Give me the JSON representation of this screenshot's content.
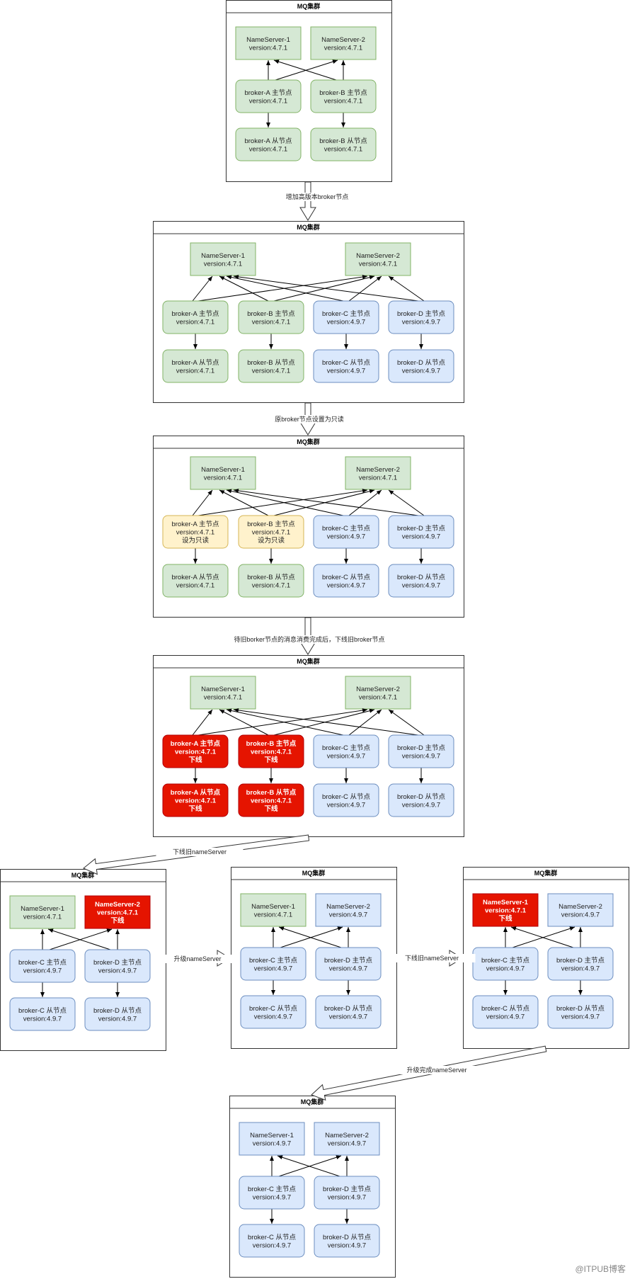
{
  "colors": {
    "green": {
      "fill": "#d5e8d4",
      "stroke": "#82b366",
      "text": "#222222"
    },
    "blue": {
      "fill": "#dae8fc",
      "stroke": "#6c8ebf",
      "text": "#222222"
    },
    "yellow": {
      "fill": "#fff2cc",
      "stroke": "#d6b656",
      "text": "#222222"
    },
    "red": {
      "fill": "#e51400",
      "stroke": "#b20000",
      "text": "#ffffff"
    }
  },
  "stages": [
    {
      "title": "MQ集群",
      "nameservers": [
        {
          "lines": [
            "NameServer-1",
            "version:4.7.1"
          ],
          "color": "green"
        },
        {
          "lines": [
            "NameServer-2",
            "version:4.7.1"
          ],
          "color": "green"
        }
      ],
      "brokers": [
        {
          "master": [
            "broker-A 主节点",
            "version:4.7.1"
          ],
          "slave": [
            "broker-A 从节点",
            "version:4.7.1"
          ],
          "mcolor": "green",
          "scolor": "green"
        },
        {
          "master": [
            "broker-B 主节点",
            "version:4.7.1"
          ],
          "slave": [
            "broker-B 从节点",
            "version:4.7.1"
          ],
          "mcolor": "green",
          "scolor": "green"
        }
      ]
    },
    {
      "title": "MQ集群",
      "nameservers": [
        {
          "lines": [
            "NameServer-1",
            "version:4.7.1"
          ],
          "color": "green"
        },
        {
          "lines": [
            "NameServer-2",
            "version:4.7.1"
          ],
          "color": "green"
        }
      ],
      "brokers": [
        {
          "master": [
            "broker-A 主节点",
            "version:4.7.1"
          ],
          "slave": [
            "broker-A 从节点",
            "version:4.7.1"
          ],
          "mcolor": "green",
          "scolor": "green"
        },
        {
          "master": [
            "broker-B 主节点",
            "version:4.7.1"
          ],
          "slave": [
            "broker-B 从节点",
            "version:4.7.1"
          ],
          "mcolor": "green",
          "scolor": "green"
        },
        {
          "master": [
            "broker-C 主节点",
            "version:4.9.7"
          ],
          "slave": [
            "broker-C 从节点",
            "version:4.9.7"
          ],
          "mcolor": "blue",
          "scolor": "blue"
        },
        {
          "master": [
            "broker-D 主节点",
            "version:4.9.7"
          ],
          "slave": [
            "broker-D 从节点",
            "version:4.9.7"
          ],
          "mcolor": "blue",
          "scolor": "blue"
        }
      ]
    },
    {
      "title": "MQ集群",
      "nameservers": [
        {
          "lines": [
            "NameServer-1",
            "version:4.7.1"
          ],
          "color": "green"
        },
        {
          "lines": [
            "NameServer-2",
            "version:4.7.1"
          ],
          "color": "green"
        }
      ],
      "brokers": [
        {
          "master": [
            "broker-A 主节点",
            "version:4.7.1",
            "设为只读"
          ],
          "slave": [
            "broker-A 从节点",
            "version:4.7.1"
          ],
          "mcolor": "yellow",
          "scolor": "green"
        },
        {
          "master": [
            "broker-B 主节点",
            "version:4.7.1",
            "设为只读"
          ],
          "slave": [
            "broker-B 从节点",
            "version:4.7.1"
          ],
          "mcolor": "yellow",
          "scolor": "green"
        },
        {
          "master": [
            "broker-C 主节点",
            "version:4.9.7"
          ],
          "slave": [
            "broker-C 从节点",
            "version:4.9.7"
          ],
          "mcolor": "blue",
          "scolor": "blue"
        },
        {
          "master": [
            "broker-D 主节点",
            "version:4.9.7"
          ],
          "slave": [
            "broker-D 从节点",
            "version:4.9.7"
          ],
          "mcolor": "blue",
          "scolor": "blue"
        }
      ]
    },
    {
      "title": "MQ集群",
      "nameservers": [
        {
          "lines": [
            "NameServer-1",
            "version:4.7.1"
          ],
          "color": "green"
        },
        {
          "lines": [
            "NameServer-2",
            "version:4.7.1"
          ],
          "color": "green"
        }
      ],
      "brokers": [
        {
          "master": [
            "broker-A 主节点",
            "version:4.7.1",
            "下线"
          ],
          "slave": [
            "broker-A 从节点",
            "version:4.7.1",
            "下线"
          ],
          "mcolor": "red",
          "scolor": "red"
        },
        {
          "master": [
            "broker-B 主节点",
            "version:4.7.1",
            "下线"
          ],
          "slave": [
            "broker-B 从节点",
            "version:4.7.1",
            "下线"
          ],
          "mcolor": "red",
          "scolor": "red"
        },
        {
          "master": [
            "broker-C 主节点",
            "version:4.9.7"
          ],
          "slave": [
            "broker-C 从节点",
            "version:4.9.7"
          ],
          "mcolor": "blue",
          "scolor": "blue"
        },
        {
          "master": [
            "broker-D 主节点",
            "version:4.9.7"
          ],
          "slave": [
            "broker-D 从节点",
            "version:4.9.7"
          ],
          "mcolor": "blue",
          "scolor": "blue"
        }
      ]
    },
    {
      "title": "MQ集群",
      "nameservers": [
        {
          "lines": [
            "NameServer-1",
            "version:4.7.1"
          ],
          "color": "green"
        },
        {
          "lines": [
            "NameServer-2",
            "version:4.7.1",
            "下线"
          ],
          "color": "red"
        }
      ],
      "brokers": [
        {
          "master": [
            "broker-C 主节点",
            "version:4.9.7"
          ],
          "slave": [
            "broker-C 从节点",
            "version:4.9.7"
          ],
          "mcolor": "blue",
          "scolor": "blue"
        },
        {
          "master": [
            "broker-D 主节点",
            "version:4.9.7"
          ],
          "slave": [
            "broker-D 从节点",
            "version:4.9.7"
          ],
          "mcolor": "blue",
          "scolor": "blue"
        }
      ]
    },
    {
      "title": "MQ集群",
      "nameservers": [
        {
          "lines": [
            "NameServer-1",
            "version:4.7.1"
          ],
          "color": "green"
        },
        {
          "lines": [
            "NameServer-2",
            "version:4.9.7"
          ],
          "color": "blue"
        }
      ],
      "brokers": [
        {
          "master": [
            "broker-C 主节点",
            "version:4.9.7"
          ],
          "slave": [
            "broker-C 从节点",
            "version:4.9.7"
          ],
          "mcolor": "blue",
          "scolor": "blue"
        },
        {
          "master": [
            "broker-D 主节点",
            "version:4.9.7"
          ],
          "slave": [
            "broker-D 从节点",
            "version:4.9.7"
          ],
          "mcolor": "blue",
          "scolor": "blue"
        }
      ]
    },
    {
      "title": "MQ集群",
      "nameservers": [
        {
          "lines": [
            "NameServer-1",
            "version:4.7.1",
            "下线"
          ],
          "color": "red"
        },
        {
          "lines": [
            "NameServer-2",
            "version:4.9.7"
          ],
          "color": "blue"
        }
      ],
      "brokers": [
        {
          "master": [
            "broker-C 主节点",
            "version:4.9.7"
          ],
          "slave": [
            "broker-C 从节点",
            "version:4.9.7"
          ],
          "mcolor": "blue",
          "scolor": "blue"
        },
        {
          "master": [
            "broker-D 主节点",
            "version:4.9.7"
          ],
          "slave": [
            "broker-D 从节点",
            "version:4.9.7"
          ],
          "mcolor": "blue",
          "scolor": "blue"
        }
      ]
    },
    {
      "title": "MQ集群",
      "nameservers": [
        {
          "lines": [
            "NameServer-1",
            "version:4.9.7"
          ],
          "color": "blue"
        },
        {
          "lines": [
            "NameServer-2",
            "version:4.9.7"
          ],
          "color": "blue"
        }
      ],
      "brokers": [
        {
          "master": [
            "broker-C 主节点",
            "version:4.9.7"
          ],
          "slave": [
            "broker-C 从节点",
            "version:4.9.7"
          ],
          "mcolor": "blue",
          "scolor": "blue"
        },
        {
          "master": [
            "broker-D 主节点",
            "version:4.9.7"
          ],
          "slave": [
            "broker-D 从节点",
            "version:4.9.7"
          ],
          "mcolor": "blue",
          "scolor": "blue"
        }
      ]
    }
  ],
  "transitions": [
    {
      "label": "增加高版本broker节点"
    },
    {
      "label": "原broker节点设置为只读"
    },
    {
      "label": "待旧borker节点的消息消费完成后，下线旧broker节点"
    },
    {
      "label": "下线旧nameServer"
    },
    {
      "label": "升级nameServer"
    },
    {
      "label": "下线旧nameServer"
    },
    {
      "label": "升级完成nameServer"
    }
  ],
  "watermark": "@ITPUB博客"
}
